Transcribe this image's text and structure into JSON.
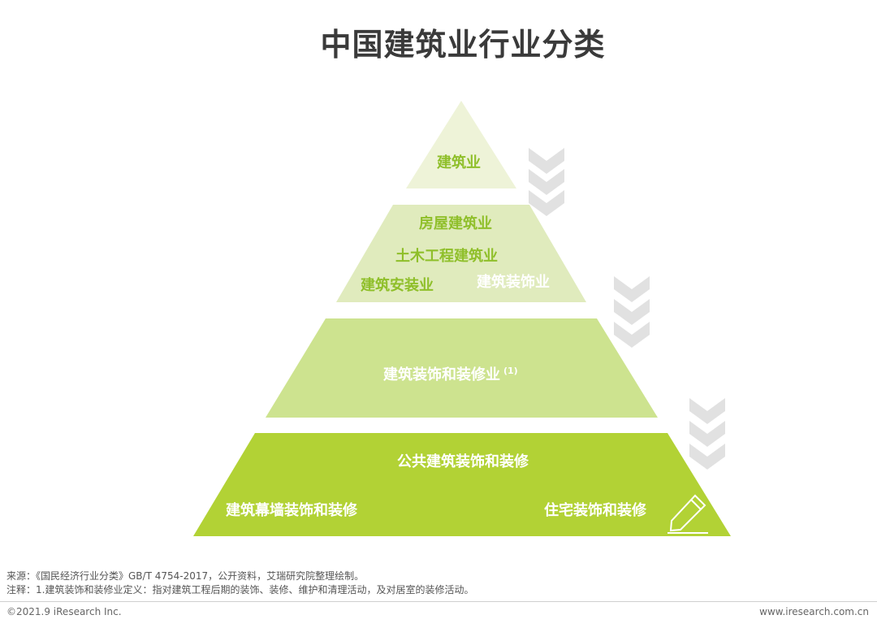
{
  "title": "中国建筑业行业分类",
  "tiers": [
    {
      "labels": [
        "建筑业"
      ],
      "color": "#eef3d8"
    },
    {
      "labels": [
        "房屋建筑业",
        "土木工程建筑业",
        "建筑安装业",
        "建筑装饰业"
      ],
      "color": "#e0ebbd"
    },
    {
      "labels": [
        "建筑装饰和装修业"
      ],
      "note_mark": "(1)",
      "color": "#cde38f"
    },
    {
      "labels": [
        "公共建筑装饰和装修",
        "建筑幕墙装饰和装修",
        "住宅装饰和装修"
      ],
      "color": "#b2d235"
    }
  ],
  "icons": [
    "chevron-down-double-icon",
    "chevron-down-double-icon",
    "chevron-down-double-icon",
    "pencil-icon"
  ],
  "source": "来源：《国民经济行业分类》GB/T 4754-2017，公开资料，艾瑞研究院整理绘制。",
  "note": "注释：1.建筑装饰和装修业定义：指对建筑工程后期的装饰、装修、维护和清理活动，及对居室的装修活动。",
  "footer_left": "©2021.9 iResearch Inc.",
  "footer_right": "www.iresearch.com.cn"
}
